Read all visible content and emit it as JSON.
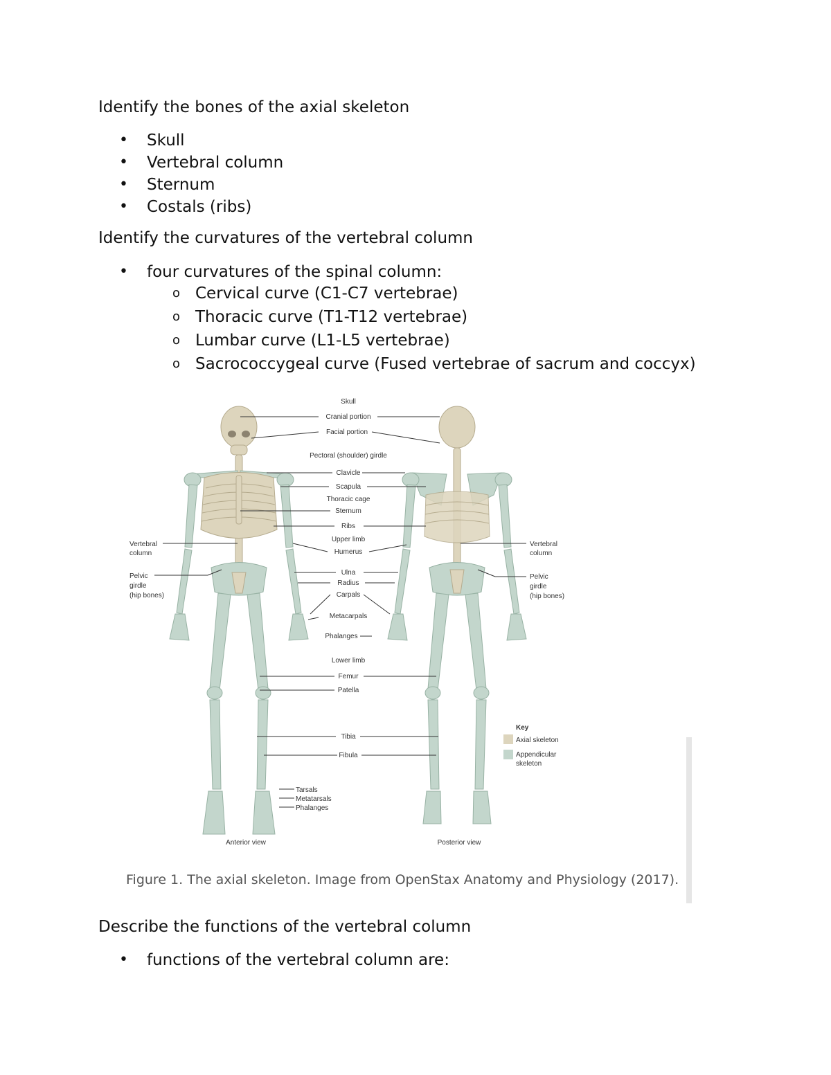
{
  "section1": {
    "heading": "Identify the bones of the axial skeleton",
    "items": [
      "Skull",
      "Vertebral column",
      "Sternum",
      "Costals (ribs)"
    ]
  },
  "section2": {
    "heading": "Identify the curvatures of the vertebral column",
    "item": "four curvatures of the spinal column:",
    "subitems": [
      "Cervical curve (C1-C7 vertebrae)",
      "Thoracic curve (T1-T12 vertebrae)",
      "Lumbar curve (L1-L5 vertebrae)",
      "Sacrococcygeal curve (Fused vertebrae of sacrum and coccyx)"
    ],
    "sub_marker": "o"
  },
  "figure": {
    "labels": {
      "skull": "Skull",
      "cranial": "Cranial portion",
      "facial": "Facial portion",
      "pectoral": "Pectoral (shoulder) girdle",
      "clavicle": "Clavicle",
      "scapula": "Scapula",
      "thoracic_cage": "Thoracic cage",
      "sternum": "Sternum",
      "ribs": "Ribs",
      "upper_limb": "Upper limb",
      "humerus": "Humerus",
      "ulna": "Ulna",
      "radius": "Radius",
      "carpals": "Carpals",
      "metacarpals": "Metacarpals",
      "phalanges": "Phalanges",
      "lower_limb": "Lower limb",
      "femur": "Femur",
      "patella": "Patella",
      "tibia": "Tibia",
      "fibula": "Fibula",
      "tarsals": "Tarsals",
      "metatarsals": "Metatarsals",
      "phalanges_foot": "Phalanges",
      "vertebral_l1": "Vertebral",
      "vertebral_l2": "column",
      "pelvic_l1": "Pelvic",
      "pelvic_l2": "girdle",
      "pelvic_l3": "(hip bones)",
      "key": "Key",
      "key_axial": "Axial skeleton",
      "key_app_l1": "Appendicular",
      "key_app_l2": "skeleton",
      "anterior": "Anterior view",
      "posterior": "Posterior view"
    },
    "caption": "Figure 1. The axial skeleton. Image from OpenStax Anatomy and Physiology (2017).",
    "colors": {
      "axial": "#ddd5bd",
      "appendicular": "#c3d6cc"
    }
  },
  "section3": {
    "heading": "Describe the functions of the vertebral column",
    "item": "functions of the vertebral column are:"
  }
}
